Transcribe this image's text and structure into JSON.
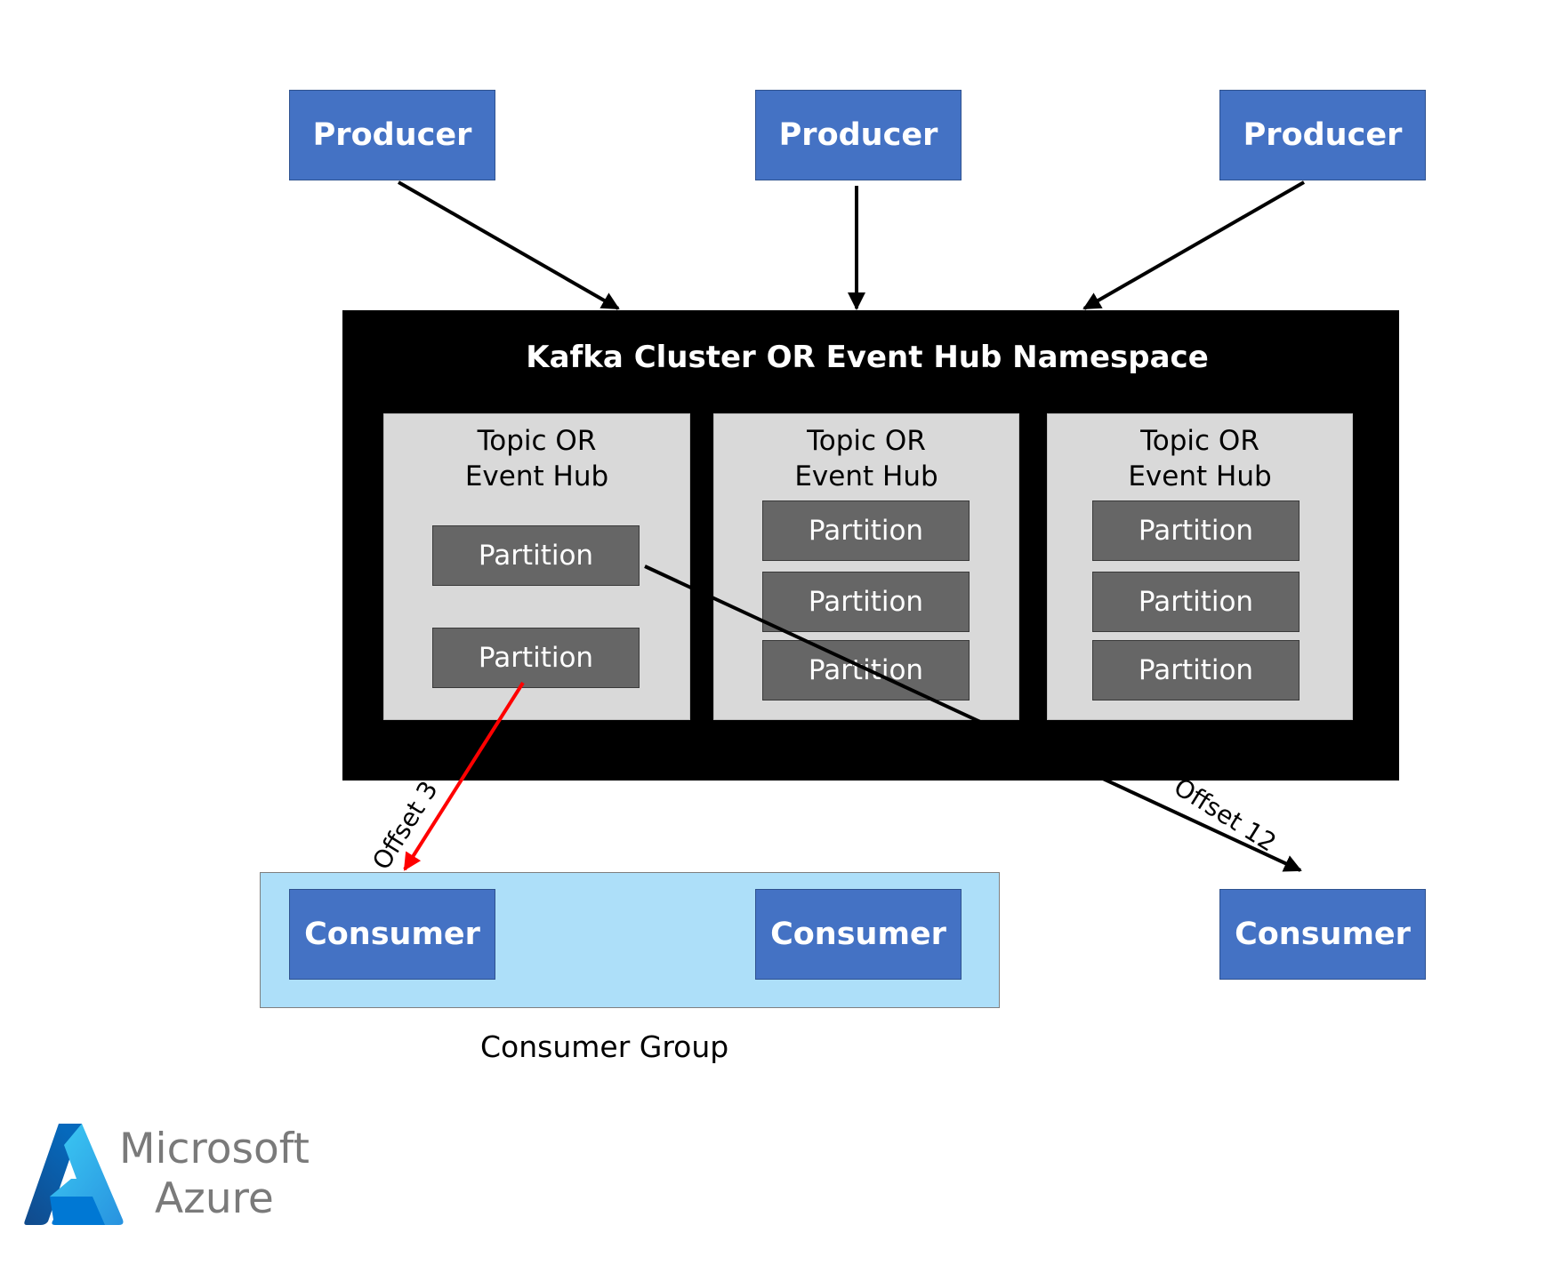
{
  "producers": [
    "Producer",
    "Producer",
    "Producer"
  ],
  "cluster": {
    "title": "Kafka Cluster OR Event Hub Namespace",
    "topics": [
      {
        "line1": "Topic OR",
        "line2": "Event Hub",
        "partitions": [
          "Partition",
          "Partition"
        ]
      },
      {
        "line1": "Topic OR",
        "line2": "Event Hub",
        "partitions": [
          "Partition",
          "Partition",
          "Partition"
        ]
      },
      {
        "line1": "Topic OR",
        "line2": "Event Hub",
        "partitions": [
          "Partition",
          "Partition",
          "Partition"
        ]
      }
    ]
  },
  "consumer_group": {
    "label": "Consumer Group",
    "consumers": [
      "Consumer",
      "Consumer"
    ]
  },
  "standalone_consumer": "Consumer",
  "offsets": {
    "red": "Offset 3",
    "black": "Offset 12"
  },
  "colors": {
    "producer_consumer_fill": "#4472c4",
    "cluster": "#000000",
    "topic": "#d9d9d9",
    "partition": "#666666",
    "consumer_group": "#addff9",
    "highlight_arrow": "#ff0000"
  },
  "logo": {
    "line1": "Microsoft",
    "line2": "Azure"
  }
}
